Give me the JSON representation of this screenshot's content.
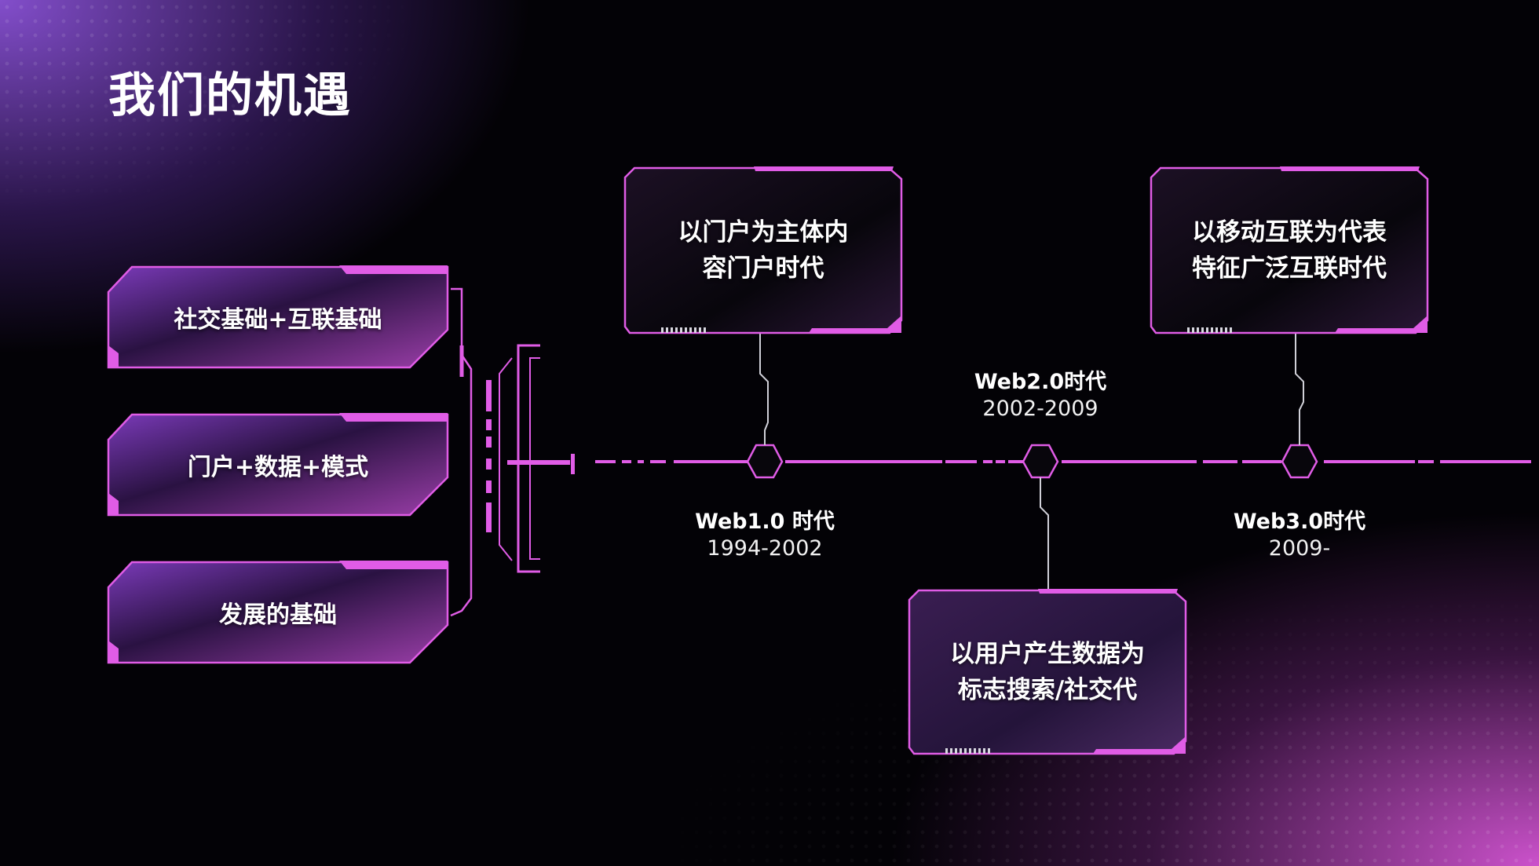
{
  "title": "我们的机遇",
  "left_items": [
    {
      "label": "社交基础+互联基础"
    },
    {
      "label": "门户+数据+模式"
    },
    {
      "label": "发展的基础"
    }
  ],
  "timeline": [
    {
      "name": "Web1.0 时代",
      "years": "1994-2002",
      "description": "以门户为主体内容门户时代",
      "desc_lines": [
        "以门户为主体内",
        "容门户时代"
      ]
    },
    {
      "name": "Web2.0时代",
      "years": "2002-2009",
      "description": "以用户产生数据为标志搜索/社交代",
      "desc_lines": [
        "以用户产生数据为",
        "标志搜索/社交代"
      ]
    },
    {
      "name": "Web3.0时代",
      "years": "2009-",
      "description": "以移动互联为代表特征广泛互联时代",
      "desc_lines": [
        "以移动互联为代表",
        "特征广泛互联时代"
      ]
    }
  ],
  "colors": {
    "accent": "#e05ce6",
    "accent_light": "#f08cf5",
    "background": "#030206",
    "text": "#ffffff"
  }
}
